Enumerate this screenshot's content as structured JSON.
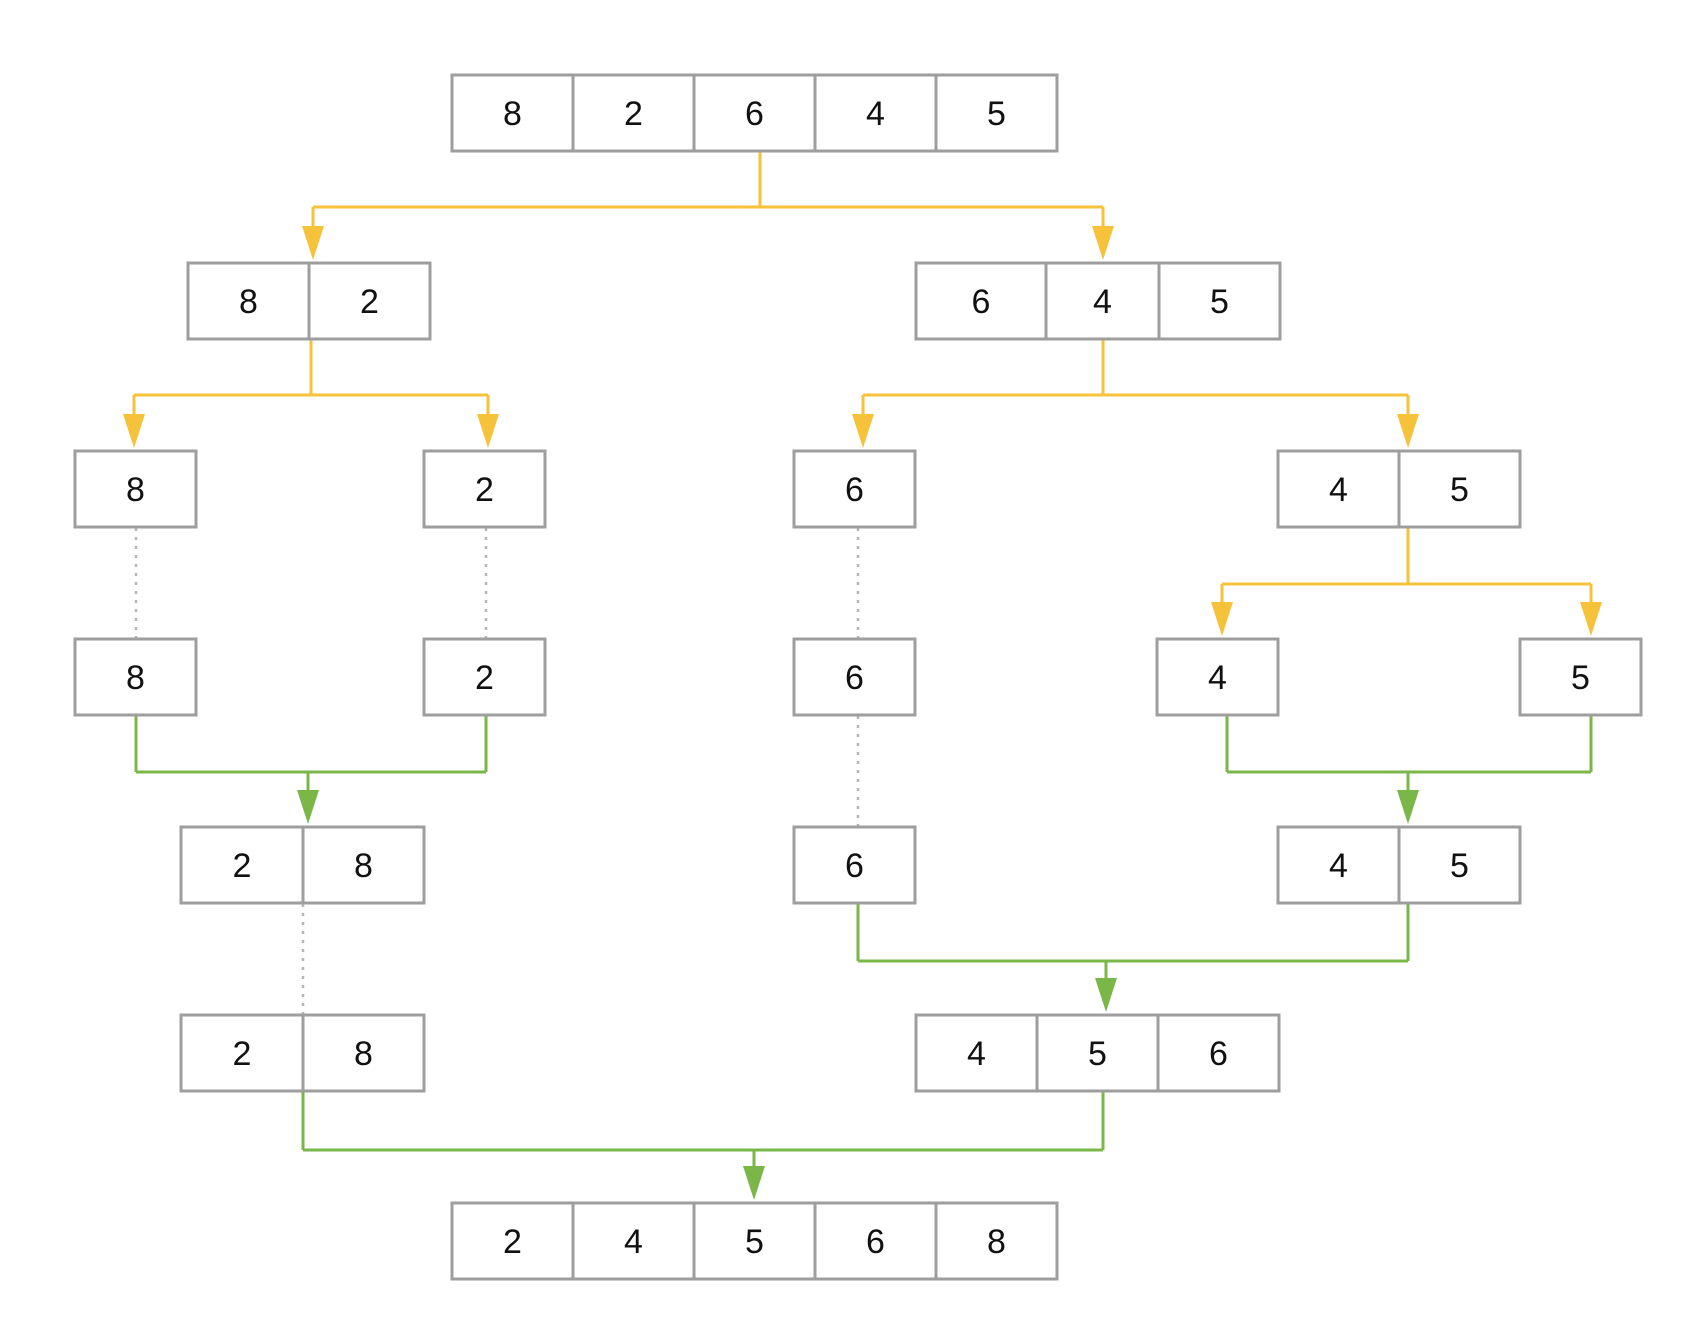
{
  "colors": {
    "split": "#F6C23A",
    "merge": "#7AB648",
    "border": "#9E9E9E",
    "dotted": "#B5B5B5"
  },
  "nodes": {
    "root": [
      "8",
      "2",
      "6",
      "4",
      "5"
    ],
    "l1_left": [
      "8",
      "2"
    ],
    "l1_right": [
      "6",
      "4",
      "5"
    ],
    "l2_a": [
      "8"
    ],
    "l2_b": [
      "2"
    ],
    "l2_c": [
      "6"
    ],
    "l2_d": [
      "4",
      "5"
    ],
    "l3_a": [
      "8"
    ],
    "l3_b": [
      "2"
    ],
    "l3_c": [
      "6"
    ],
    "l3_d": [
      "4"
    ],
    "l3_e": [
      "5"
    ],
    "m1_left": [
      "2",
      "8"
    ],
    "m1_mid": [
      "6"
    ],
    "m1_right": [
      "4",
      "5"
    ],
    "m2_left": [
      "2",
      "8"
    ],
    "m2_right": [
      "4",
      "5",
      "6"
    ],
    "result": [
      "2",
      "4",
      "5",
      "6",
      "8"
    ]
  }
}
